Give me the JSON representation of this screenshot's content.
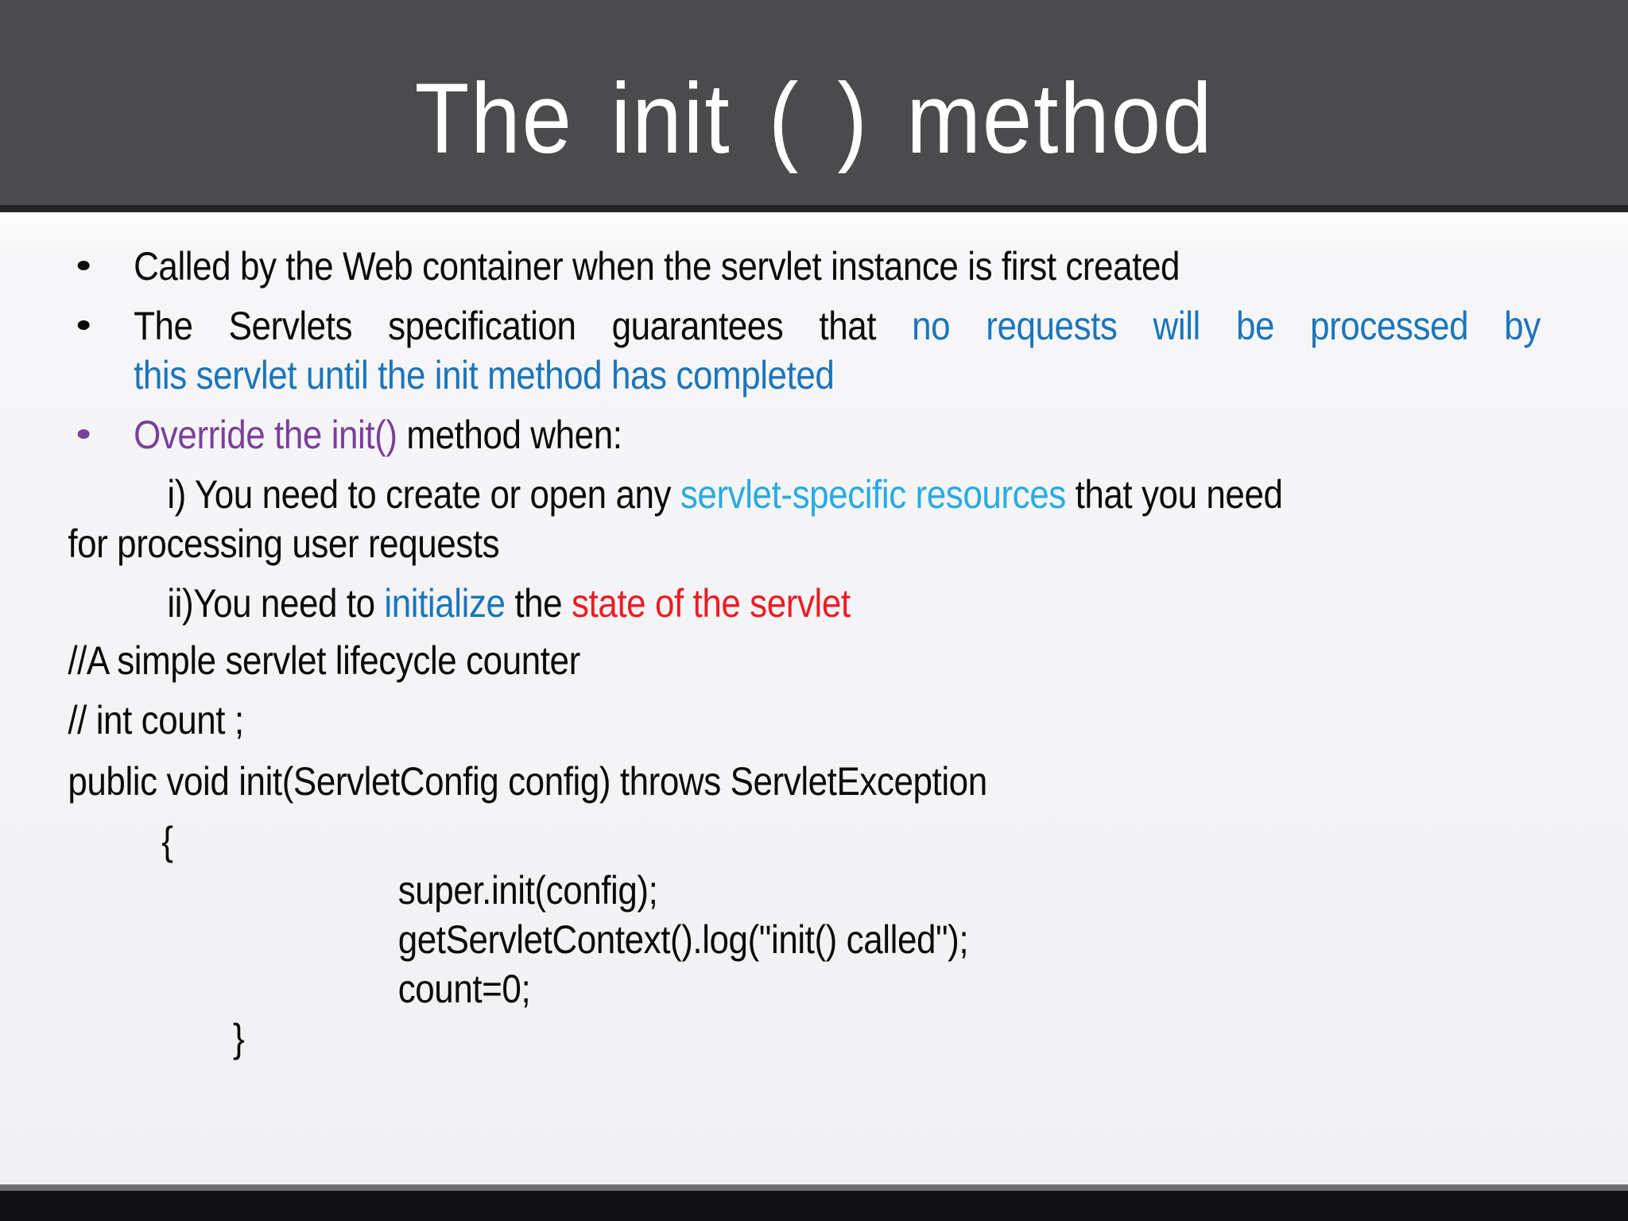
{
  "header": {
    "title": "The init ( ) method"
  },
  "body": {
    "p1": {
      "text": "Called by the Web container when the servlet instance is first created"
    },
    "p2a": {
      "runs": [
        {
          "text": "The Servlets specification guarantees that ",
          "color": "black"
        },
        {
          "text": "no requests will be processed by",
          "color": "blue"
        }
      ]
    },
    "p2b": {
      "text": "this servlet until the init method has completed",
      "color": "blue"
    },
    "p3": {
      "runs": [
        {
          "text": "Override the init()",
          "color": "purple"
        },
        {
          "text": " method when:",
          "color": "black"
        }
      ]
    },
    "p4a": {
      "runs": [
        {
          "text": "i) You need to create or open any ",
          "color": "black"
        },
        {
          "text": "servlet-specific resources",
          "color": "cyan"
        },
        {
          "text": " that you need",
          "color": "black"
        }
      ]
    },
    "p4b": {
      "text": "for processing user requests"
    },
    "p5": {
      "runs": [
        {
          "text": "ii)You need to ",
          "color": "black"
        },
        {
          "text": "initialize",
          "color": "blue"
        },
        {
          "text": " the ",
          "color": "black"
        },
        {
          "text": "state of the servlet",
          "color": "red"
        }
      ]
    },
    "p6": {
      "text": "//A simple servlet lifecycle counter"
    },
    "p7": {
      "text": "// int count ;"
    },
    "p8": {
      "text": "public void init(ServletConfig config) throws ServletException"
    }
  },
  "code": {
    "lines": [
      "{",
      "super.init(config);",
      "getServletContext().log(\"init() called\");",
      "count=0;",
      "}"
    ]
  },
  "colors": {
    "header_bg": "#4b4b4d",
    "header_text": "#ffffff",
    "content_bg": "#f4f4f6",
    "text_black": "#0b0b0b",
    "text_blue": "#1b75bc",
    "text_cyan": "#29abe2",
    "text_purple": "#7b3f9d",
    "text_red": "#ec1c24",
    "bottom_bar": "#121214"
  }
}
